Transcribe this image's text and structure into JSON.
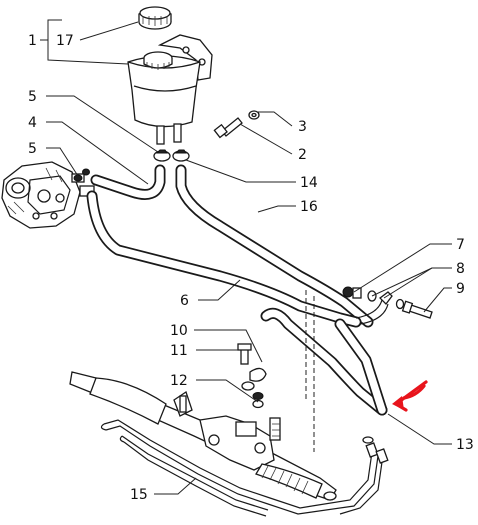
{
  "callouts": {
    "c1": "1",
    "c17": "17",
    "c5a": "5",
    "c4": "4",
    "c5b": "5",
    "c3": "3",
    "c2": "2",
    "c14": "14",
    "c16": "16",
    "c7": "7",
    "c8": "8",
    "c9": "9",
    "c6": "6",
    "c10": "10",
    "c11": "11",
    "c12": "12",
    "c13": "13",
    "c15": "15"
  },
  "colors": {
    "line": "#1a1a1a",
    "highlight_arrow": "#e8141c"
  }
}
